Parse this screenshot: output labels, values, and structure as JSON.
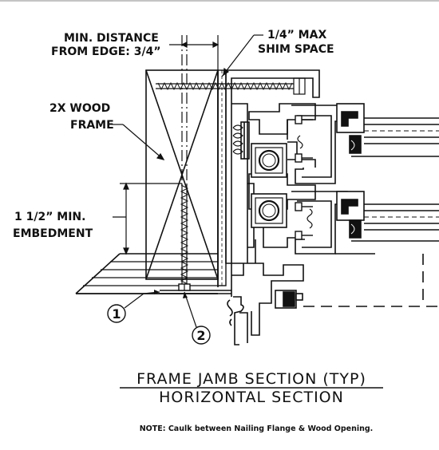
{
  "labels": {
    "min_distance_line1": "MIN. DISTANCE",
    "min_distance_line2": "FROM EDGE: 3/4”",
    "shim_line1": "1/4” MAX",
    "shim_line2": "SHIM SPACE",
    "wood_frame_line1": "2X WOOD",
    "wood_frame_line2": "FRAME",
    "embedment_line1": "1 1/2” MIN.",
    "embedment_line2": "EMBEDMENT"
  },
  "callouts": {
    "one": "1",
    "two": "2"
  },
  "titles": {
    "main": "FRAME JAMB SECTION (TYP)",
    "sub": "HORIZONTAL SECTION"
  },
  "note": "NOTE: Caulk between Nailing Flange & Wood Opening."
}
